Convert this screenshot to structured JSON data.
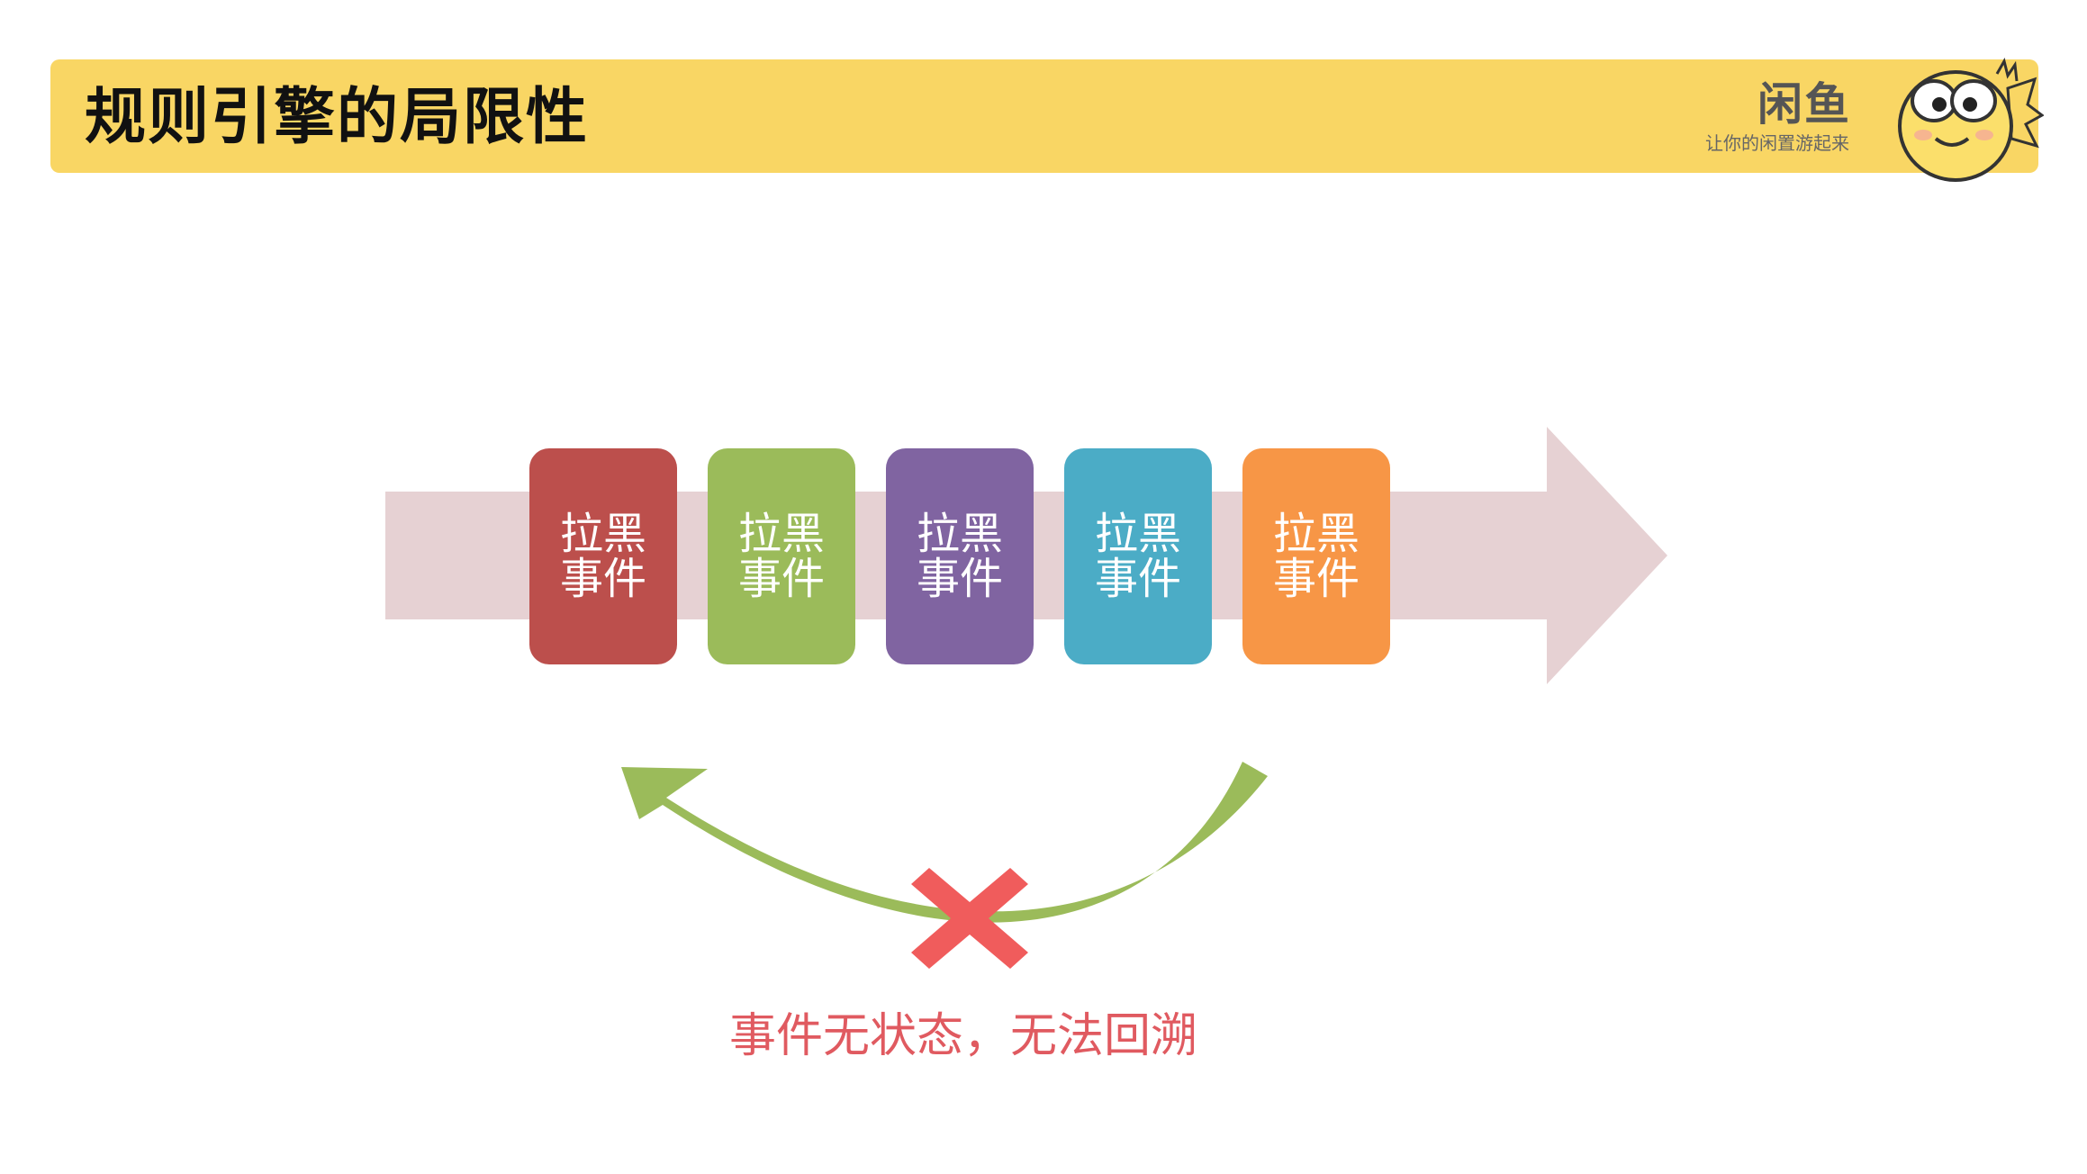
{
  "slide": {
    "title": "规则引擎的局限性",
    "brand": {
      "name": "闲鱼",
      "slogan": "让你的闲置游起来"
    },
    "events": [
      {
        "label": "拉黑事件",
        "color": "#bc4f4c"
      },
      {
        "label": "拉黑事件",
        "color": "#9bbb5a"
      },
      {
        "label": "拉黑事件",
        "color": "#8064a1"
      },
      {
        "label": "拉黑事件",
        "color": "#4bacc6"
      },
      {
        "label": "拉黑事件",
        "color": "#f79646"
      }
    ],
    "caption": "事件无状态，无法回溯",
    "colors": {
      "header": "#f9d664",
      "flow_arrow": "#e6d1d3",
      "loop_arrow": "#9bbb5a",
      "cross": "#f05c5c",
      "caption": "#e05a60"
    }
  }
}
